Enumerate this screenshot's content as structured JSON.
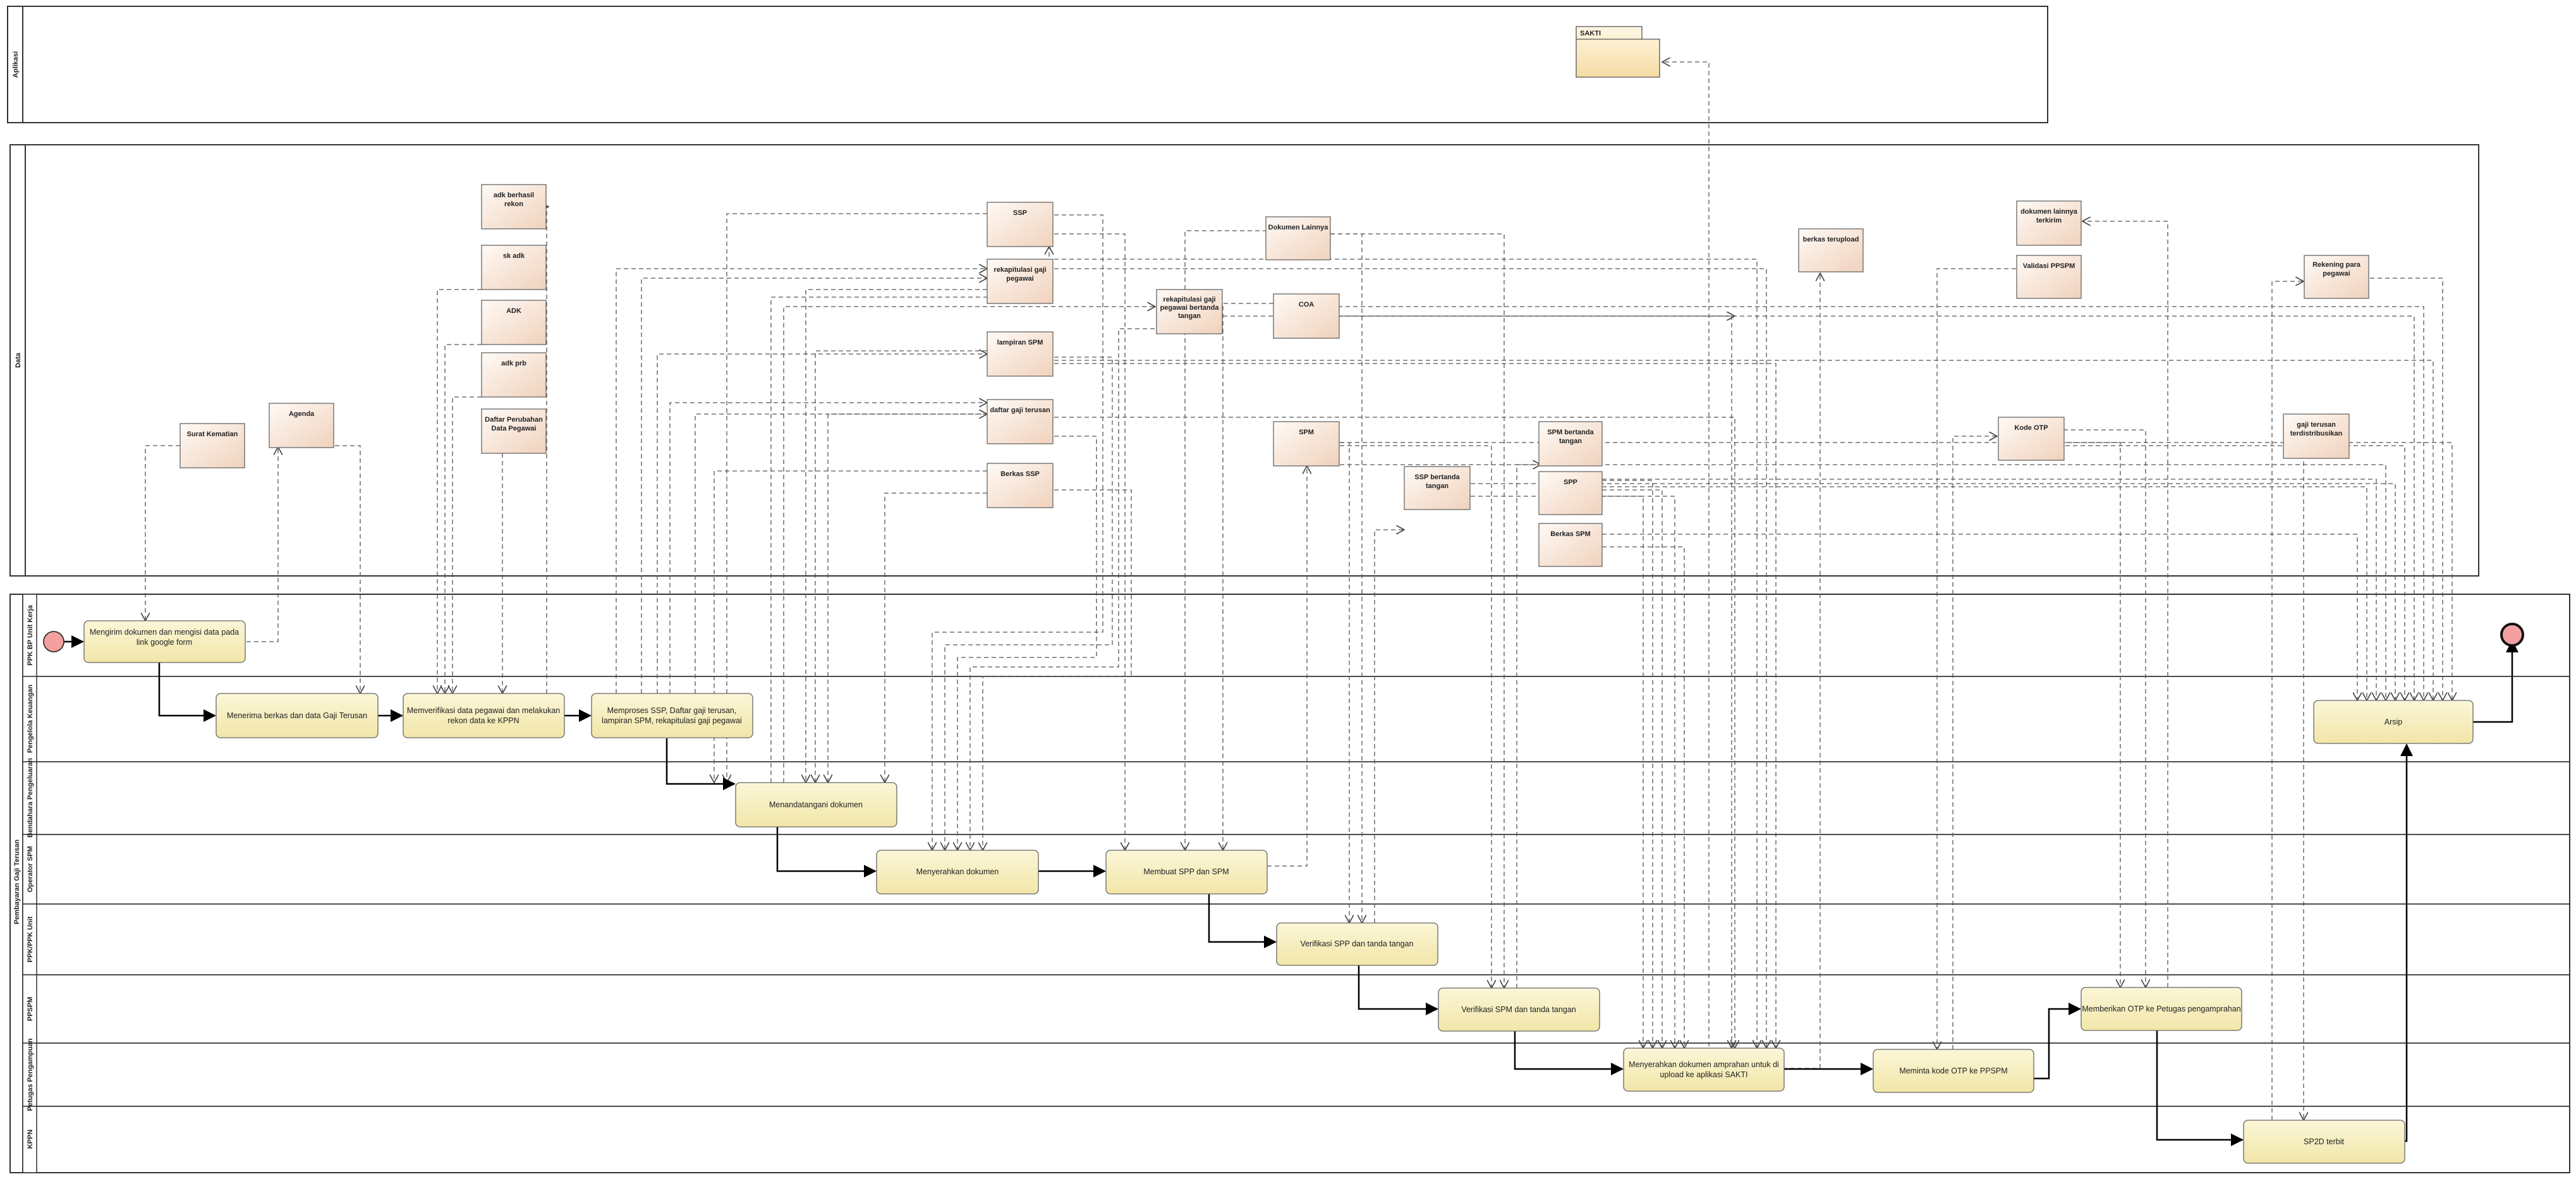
{
  "pools": {
    "aplikasi": "Aplikasi",
    "data": "Data",
    "proses": "Pembayaran Gaji Terusan"
  },
  "lanes": [
    {
      "id": "ppk",
      "label": "PPK BP Unit Kerja"
    },
    {
      "id": "pengelola",
      "label": "Pengelola Keuangan"
    },
    {
      "id": "bendahara",
      "label": "Bendahara Pengeluaran"
    },
    {
      "id": "operator",
      "label": "Operator SPM"
    },
    {
      "id": "ppkunit",
      "label": "PPK/PPK Unit"
    },
    {
      "id": "ppspm",
      "label": "PPSPM"
    },
    {
      "id": "petugas",
      "label": "Petugas Pengampuan"
    },
    {
      "id": "kppn",
      "label": "KPPN"
    }
  ],
  "tasks": {
    "t1": "Mengirim dokumen dan mengisi data pada link google form",
    "t2": "Menerima berkas dan data Gaji Terusan",
    "t3": "Memverifikasi data pegawai dan melakukan rekon data ke KPPN",
    "t4": "Memproses SSP, Daftar gaji terusan, lampiran SPM, rekapitulasi gaji pegawai",
    "t5": "Menandatangani dokumen",
    "t6": "Menyerahkan dokumen",
    "t7": "Membuat SPP dan SPM",
    "t8": "Verifikasi SPP dan tanda tangan",
    "t9": "Verifikasi SPM dan tanda tangan",
    "t10": "Menyerahkan dokumen amprahan untuk di upload ke aplikasi SAKTI",
    "t11": "Meminta kode OTP ke PPSPM",
    "t12": "Memberikan OTP ke Petugas pengamprahan",
    "t13": "SP2D terbit",
    "t14": "Arsip"
  },
  "data_objects": {
    "sakti": "SAKTI",
    "surat_kematian": "Surat Kematian",
    "agenda": "Agenda",
    "adk_berhasil": "adk berhasil rekon",
    "sk_adk": "sk adk",
    "adk": "ADK",
    "adk_prb": "adk prb",
    "daftar_perubahan": "Daftar Perubahan Data Pegawai",
    "ssp": "SSP",
    "rekap_gaji": "rekapitulasi gaji pegawai",
    "lampiran_spm": "lampiran SPM",
    "daftar_gaji": "daftar gaji terusan",
    "berkas_ssp": "Berkas SSP",
    "dok_lainnya": "Dokumen Lainnya",
    "rekap_ttd": "rekapitulasi gaji pegawai bertanda tangan",
    "coa": "COA",
    "spm": "SPM",
    "ssp_ttd": "SSP bertanda tangan",
    "spm_ttd": "SPM bertanda tangan",
    "spp": "SPP",
    "berkas_spm": "Berkas SPM",
    "berkas_upload": "berkas terupload",
    "dok_terkirim": "dokumen lainnya terkirim",
    "validasi": "Validasi PPSPM",
    "kode_otp": "Kode OTP",
    "rekening": "Rekening para pegawai",
    "gaji_distribusi": "gaji terusan terdistribusikan"
  }
}
